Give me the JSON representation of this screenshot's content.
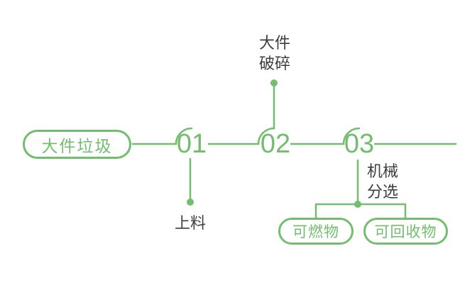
{
  "colors": {
    "green": "#72be6e",
    "dark": "#3d3d3d",
    "background": "#ffffff"
  },
  "diagram": {
    "type": "process-flow",
    "start_pill": {
      "label": "大件垃圾"
    },
    "steps": [
      {
        "number": "01",
        "label": "上料",
        "label_position": "below"
      },
      {
        "number": "02",
        "label": "大件\n破碎",
        "label_position": "above"
      },
      {
        "number": "03",
        "label": "机械\n分选",
        "label_position": "below-right"
      }
    ],
    "outputs": [
      {
        "label": "可燃物"
      },
      {
        "label": "可回收物"
      }
    ]
  }
}
